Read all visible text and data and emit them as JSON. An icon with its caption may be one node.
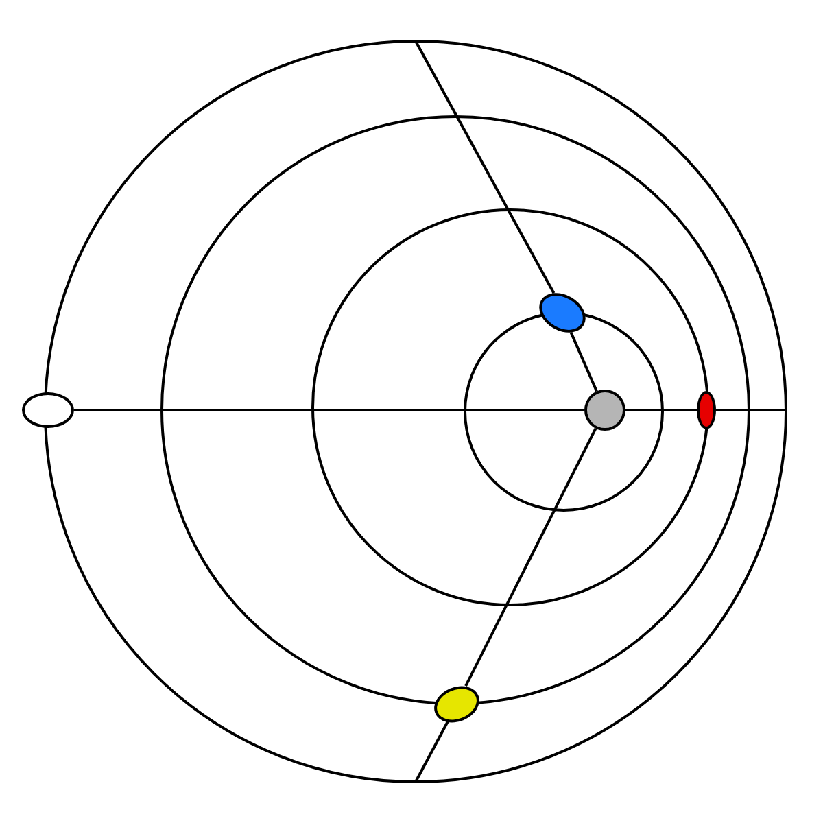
{
  "diagram": {
    "nodes": [
      {
        "text": [],
        "shape": "circle"
      },
      {
        "text": [],
        "shape": "circle"
      },
      {
        "text": [],
        "shape": "circle"
      },
      {
        "text": [],
        "shape": "circle"
      },
      {
        "text": [],
        "shape": "circle"
      }
    ],
    "edges": [
      {
        "from": 3,
        "to": 0,
        "arrow": "none"
      },
      {
        "from": 3,
        "to": 1,
        "arrow": "none"
      },
      {
        "from": 3,
        "to": 2,
        "arrow": "none"
      },
      {
        "from": 3,
        "to": 4,
        "arrow": "none"
      }
    ]
  }
}
